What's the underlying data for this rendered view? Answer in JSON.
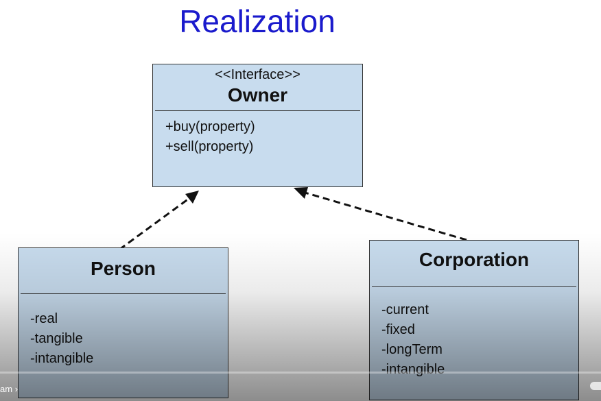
{
  "title": "Realization",
  "owner": {
    "stereotype": "<<Interface>>",
    "name": "Owner",
    "members": [
      "+buy(property)",
      "+sell(property)"
    ]
  },
  "person": {
    "name": "Person",
    "members": [
      "-real",
      "-tangible",
      "-intangible"
    ]
  },
  "corporation": {
    "name": "Corporation",
    "members": [
      "-current",
      "-fixed",
      "-longTerm",
      "-intangible"
    ]
  },
  "player": {
    "chapter_label": "am",
    "chevron_icon": "chevron-right-icon"
  },
  "colors": {
    "title": "#1a1acc",
    "box_fill": "#c8dcee",
    "box_border": "#333333"
  }
}
